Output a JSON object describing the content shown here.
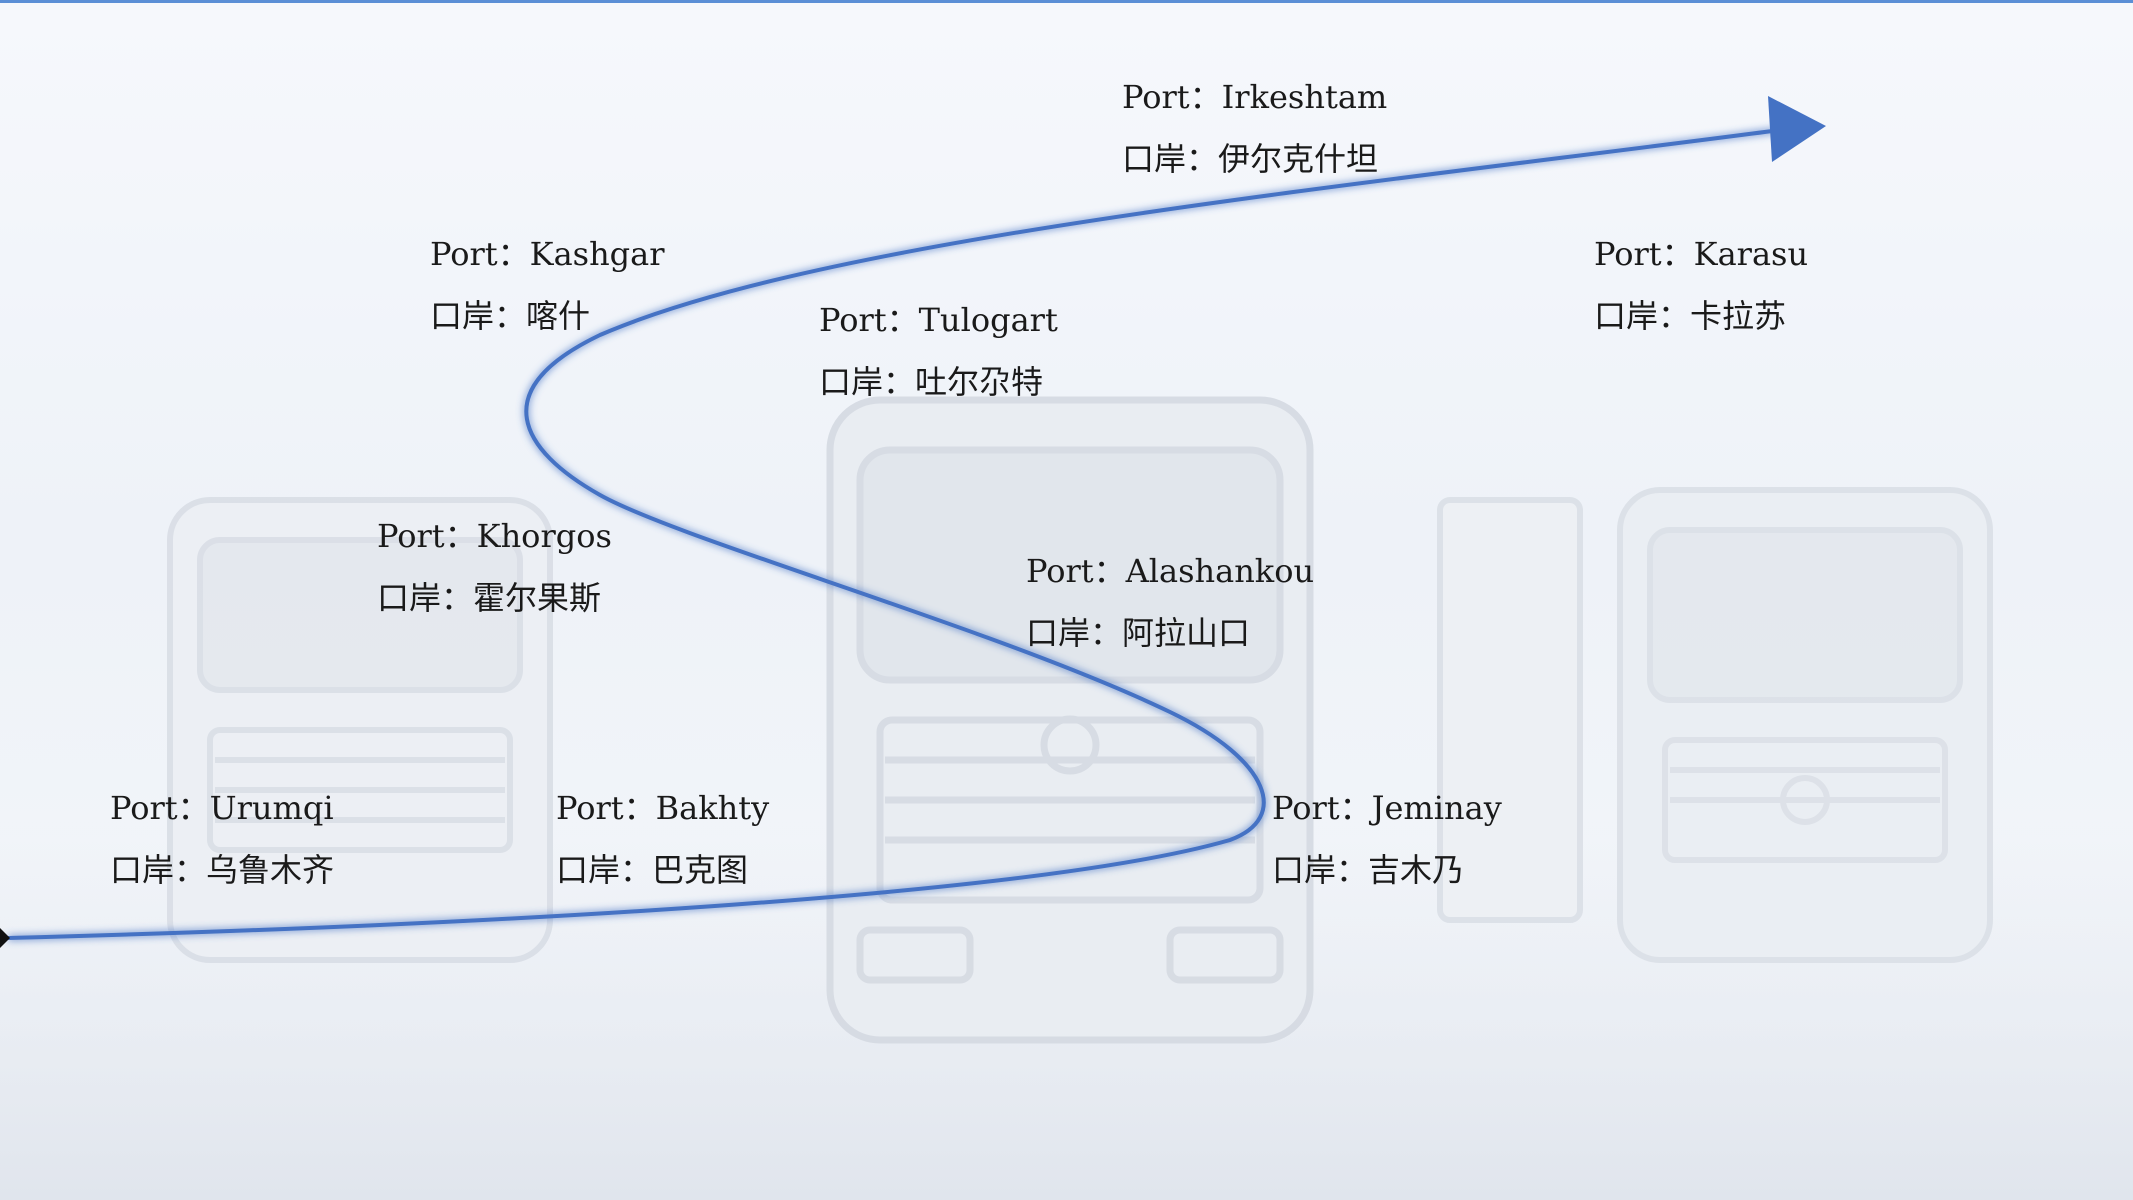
{
  "colors": {
    "route_line": "#4472c4",
    "arrow_head": "#4472c4",
    "start_marker": "#111111",
    "top_rule": "#5b8fd6"
  },
  "background": {
    "description_icon": "truck-fleet-watermark"
  },
  "ports": [
    {
      "id": "urumqi",
      "en": "Port：Urumqi",
      "zh": "口岸：乌鲁木齐"
    },
    {
      "id": "bakhty",
      "en": "Port：Bakhty",
      "zh": "口岸：巴克图"
    },
    {
      "id": "jeminay",
      "en": "Port：Jeminay",
      "zh": "口岸：吉木乃"
    },
    {
      "id": "khorgos",
      "en": "Port：Khorgos",
      "zh": "口岸：霍尔果斯"
    },
    {
      "id": "alashankou",
      "en": "Port：Alashankou",
      "zh": "口岸：阿拉山口"
    },
    {
      "id": "kashgar",
      "en": "Port：Kashgar",
      "zh": "口岸：喀什"
    },
    {
      "id": "tulogart",
      "en": "Port：Tulogart",
      "zh": "口岸：吐尔尕特"
    },
    {
      "id": "irkeshtam",
      "en": "Port：Irkeshtam",
      "zh": "口岸：伊尔克什坦"
    },
    {
      "id": "karasu",
      "en": "Port：Karasu",
      "zh": "口岸：卡拉苏"
    }
  ]
}
